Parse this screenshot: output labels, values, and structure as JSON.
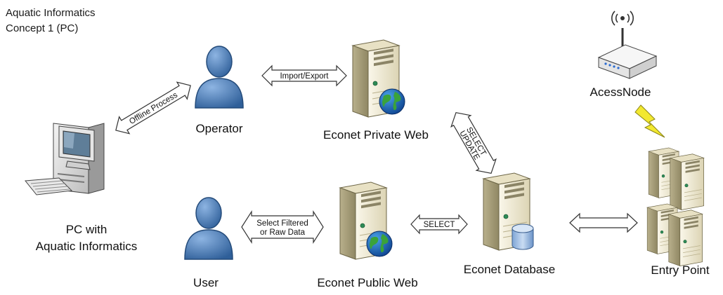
{
  "title": {
    "line1": "Aquatic Informatics",
    "line2": "Concept 1 (PC)"
  },
  "nodes": {
    "pc": {
      "line1": "PC with",
      "line2": "Aquatic Informatics",
      "icon": "desktop-computer-icon"
    },
    "operator": {
      "label": "Operator",
      "icon": "person-icon"
    },
    "user": {
      "label": "User",
      "icon": "person-icon"
    },
    "private_web": {
      "label": "Econet Private Web",
      "icon": "web-server-icon"
    },
    "public_web": {
      "label": "Econet Public Web",
      "icon": "web-server-icon"
    },
    "database": {
      "label": "Econet Database",
      "icon": "database-server-icon"
    },
    "access_node": {
      "label": "AcessNode",
      "icon": "wireless-router-icon"
    },
    "entry_point": {
      "label": "Entry Point",
      "icon": "server-cluster-icon"
    }
  },
  "arrows": {
    "offline_process": "Offline Process",
    "import_export": "Import/Export",
    "select_update_1": "SELECT",
    "select_update_2": "UPDATE",
    "select_filtered_1": "Select Filtered",
    "select_filtered_2": "or Raw Data",
    "select": "SELECT"
  },
  "colors": {
    "person_fill": "#4a7ebb",
    "server_fill": "#efe9d2",
    "lightning": "#f2e830",
    "arrow_fill": "#ffffff",
    "arrow_stroke": "#333333"
  }
}
